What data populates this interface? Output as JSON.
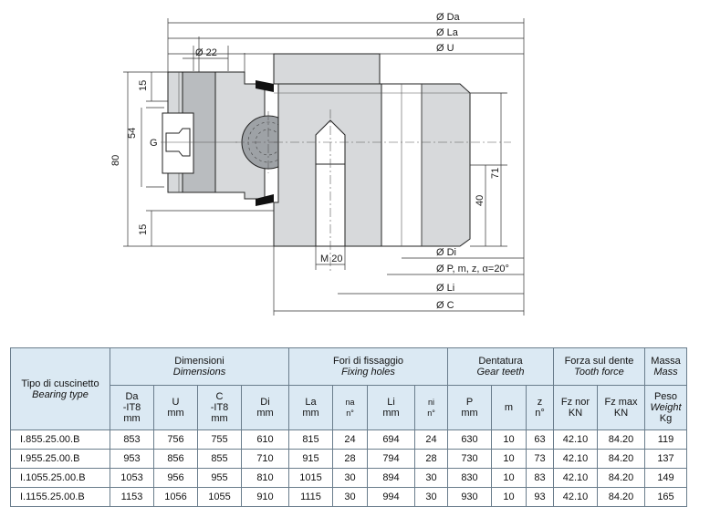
{
  "drawing": {
    "labels": {
      "da": "Ø Da",
      "la": "Ø La",
      "u": "Ø U",
      "d22": "Ø 22",
      "h15a": "15",
      "h54": "54",
      "g": "G",
      "h80": "80",
      "h15b": "15",
      "h71": "71",
      "h40": "40",
      "m20": "M 20",
      "di": "Ø Di",
      "p": "Ø P, m, z, α=20°",
      "li": "Ø Li",
      "c": "Ø C"
    }
  },
  "table": {
    "groups": {
      "tipo": {
        "it": "Tipo di cuscinetto",
        "en": "Bearing type"
      },
      "dim": {
        "it": "Dimensioni",
        "en": "Dimensions"
      },
      "fori": {
        "it": "Fori di fissaggio",
        "en": "Fixing holes"
      },
      "dent": {
        "it": "Dentatura",
        "en": "Gear teeth"
      },
      "forza": {
        "it": "Forza sul dente",
        "en": "Tooth force"
      },
      "massa": {
        "it": "Massa",
        "en": "Mass"
      }
    },
    "cols": {
      "da": {
        "a": "Da",
        "b": "-IT8",
        "c": "mm"
      },
      "u": {
        "a": "U",
        "b": "mm"
      },
      "c": {
        "a": "C",
        "b": "-IT8",
        "c": "mm"
      },
      "di": {
        "a": "Di",
        "b": "mm"
      },
      "la": {
        "a": "La",
        "b": "mm"
      },
      "na": {
        "a": "na",
        "b": "n°"
      },
      "li": {
        "a": "Li",
        "b": "mm"
      },
      "ni": {
        "a": "ni",
        "b": "n°"
      },
      "p": {
        "a": "P",
        "b": "mm"
      },
      "m": {
        "a": "m"
      },
      "z": {
        "a": "z",
        "b": "n°"
      },
      "fznor": {
        "a": "Fz nor",
        "b": "KN"
      },
      "fzmax": {
        "a": "Fz max",
        "b": "KN"
      },
      "peso": {
        "a": "Peso",
        "b": "Weight",
        "c": "Kg"
      }
    },
    "rows": [
      [
        "I.855.25.00.B",
        "853",
        "756",
        "755",
        "610",
        "815",
        "24",
        "694",
        "24",
        "630",
        "10",
        "63",
        "42.10",
        "84.20",
        "119"
      ],
      [
        "I.955.25.00.B",
        "953",
        "856",
        "855",
        "710",
        "915",
        "28",
        "794",
        "28",
        "730",
        "10",
        "73",
        "42.10",
        "84.20",
        "137"
      ],
      [
        "I.1055.25.00.B",
        "1053",
        "956",
        "955",
        "810",
        "1015",
        "30",
        "894",
        "30",
        "830",
        "10",
        "83",
        "42.10",
        "84.20",
        "149"
      ],
      [
        "I.1155.25.00.B",
        "1153",
        "1056",
        "1055",
        "910",
        "1115",
        "30",
        "994",
        "30",
        "930",
        "10",
        "93",
        "42.10",
        "84.20",
        "165"
      ]
    ]
  }
}
